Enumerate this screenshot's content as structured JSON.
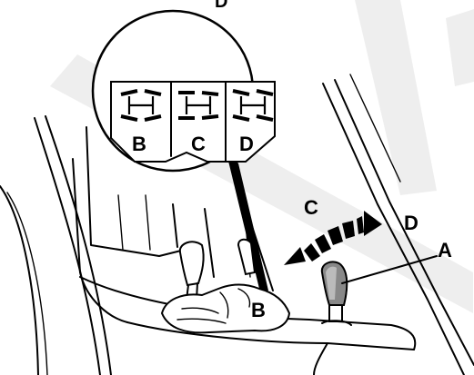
{
  "labels": {
    "top_right": "D",
    "direction_from": "C",
    "direction_to": "D",
    "lever": "A",
    "hand_lever": "B",
    "inset_b": "B",
    "inset_c": "C",
    "inset_d": "D"
  },
  "colors": {
    "ink": "#000000",
    "paper": "#ffffff",
    "watermark": "#eeeeee"
  }
}
